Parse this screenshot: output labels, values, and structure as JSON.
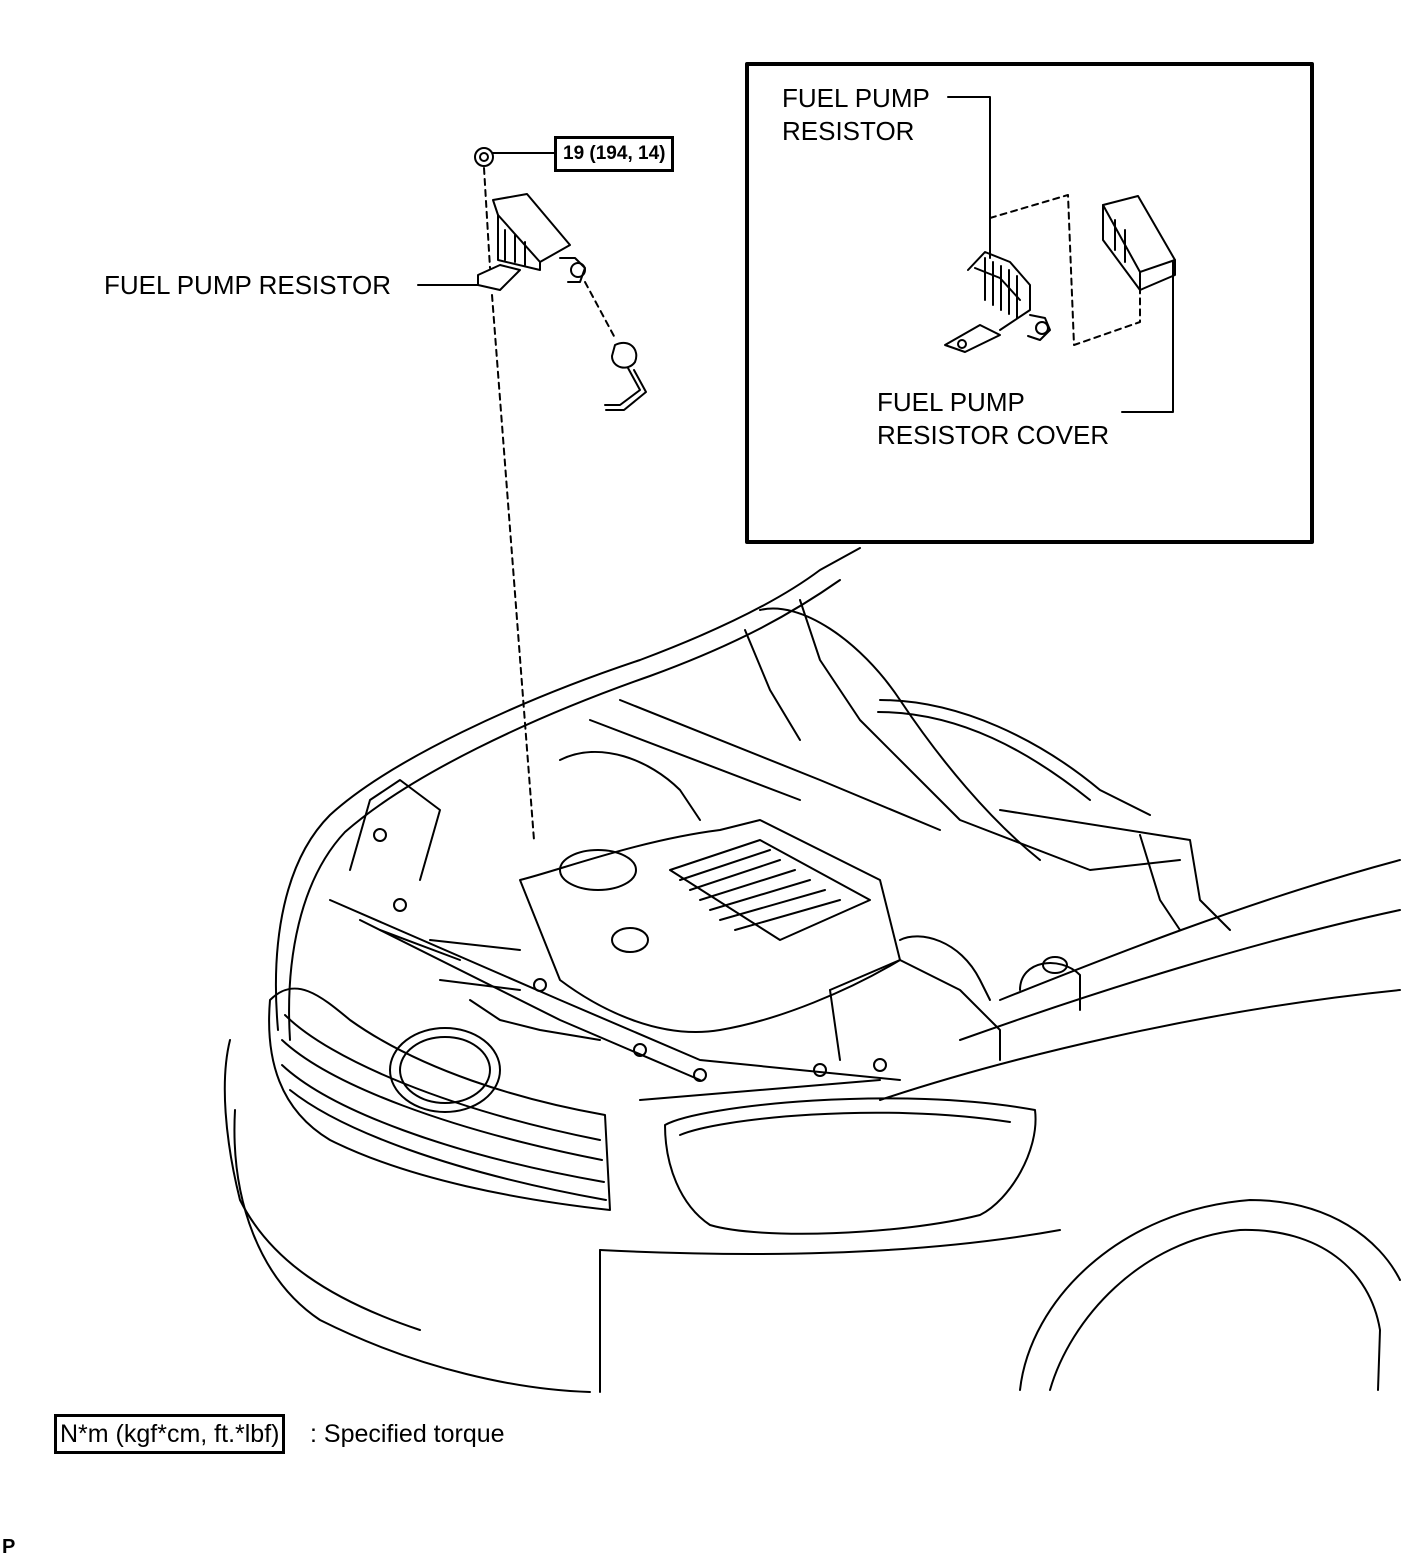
{
  "labels": {
    "resistor_main": "FUEL PUMP RESISTOR",
    "torque": "19 (194, 14)",
    "inset_resistor_line1": "FUEL PUMP",
    "inset_resistor_line2": "RESISTOR",
    "inset_cover_line1": "FUEL PUMP",
    "inset_cover_line2": "RESISTOR COVER"
  },
  "legend": {
    "box": "N*m (kgf*cm, ft.*lbf)",
    "text": ": Specified torque"
  },
  "corner_mark": "P"
}
